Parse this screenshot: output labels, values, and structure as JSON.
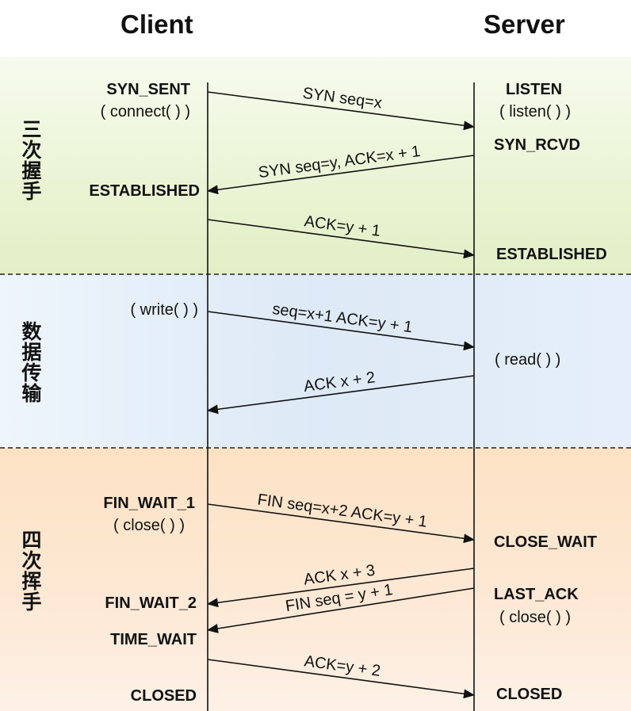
{
  "actors": {
    "client": "Client",
    "server": "Server"
  },
  "phases": [
    {
      "name": "三次握手",
      "color": "#e6f1cc"
    },
    {
      "name": "数据传输",
      "color": "#e1ecf8"
    },
    {
      "name": "四次挥手",
      "color": "#fde5cc"
    }
  ],
  "client_states": {
    "syn_sent": "SYN_SENT",
    "connect_call": "( connect( ) )",
    "established": "ESTABLISHED",
    "write_call": "( write( ) )",
    "fin_wait_1": "FIN_WAIT_1",
    "close_call": "( close( ) )",
    "fin_wait_2": "FIN_WAIT_2",
    "time_wait": "TIME_WAIT",
    "closed": "CLOSED"
  },
  "server_states": {
    "listen": "LISTEN",
    "listen_call": "( listen( ) )",
    "syn_rcvd": "SYN_RCVD",
    "established": "ESTABLISHED",
    "read_call": "( read( ) )",
    "close_wait": "CLOSE_WAIT",
    "last_ack": "LAST_ACK",
    "close_call": "( close( ) )",
    "closed": "CLOSED"
  },
  "messages": [
    {
      "label": "SYN seq=x",
      "from": "client",
      "to": "server"
    },
    {
      "label": "SYN seq=y, ACK=x + 1",
      "from": "server",
      "to": "client"
    },
    {
      "label": "ACK=y + 1",
      "from": "client",
      "to": "server"
    },
    {
      "label": "seq=x+1 ACK=y + 1",
      "from": "client",
      "to": "server"
    },
    {
      "label": "ACK x + 2",
      "from": "server",
      "to": "client"
    },
    {
      "label": "FIN seq=x+2 ACK=y + 1",
      "from": "client",
      "to": "server"
    },
    {
      "label": "ACK x + 3",
      "from": "server",
      "to": "client"
    },
    {
      "label": "FIN seq = y + 1",
      "from": "server",
      "to": "client"
    },
    {
      "label": "ACK=y + 2",
      "from": "client",
      "to": "server"
    }
  ]
}
